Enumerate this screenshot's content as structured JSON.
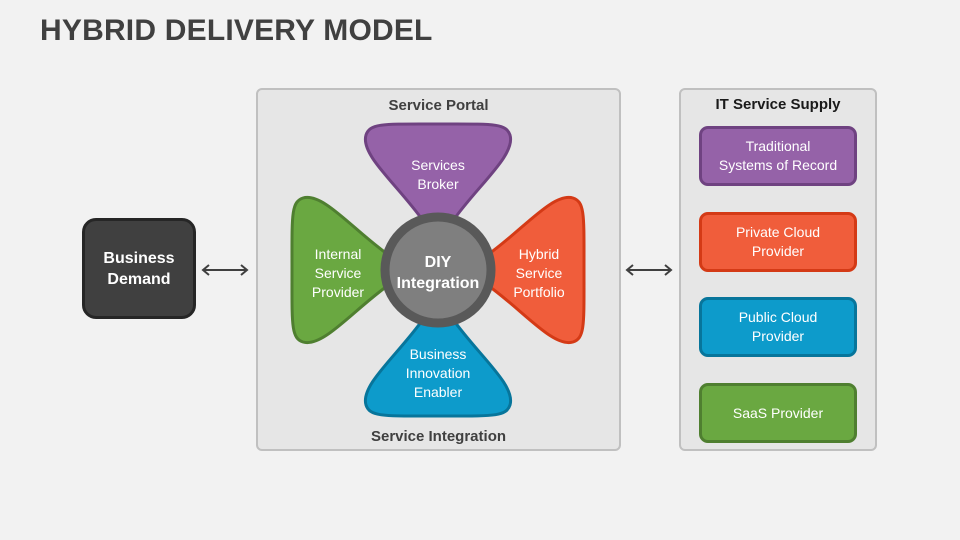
{
  "title": "HYBRID DELIVERY MODEL",
  "business_demand": {
    "label": "Business\nDemand",
    "fill": "#404040",
    "border": "#262626"
  },
  "service_portal": {
    "top_label": "Service Portal",
    "bottom_label": "Service Integration",
    "center": {
      "label": "DIY\nIntegration",
      "fill": "#7f7f7f",
      "ring": "#595959"
    },
    "petals": [
      {
        "id": "top",
        "label": "Services\nBroker",
        "fill": "#9562a8",
        "border": "#6f4281"
      },
      {
        "id": "left",
        "label": "Internal\nService\nProvider",
        "fill": "#6aa841",
        "border": "#4f7f30"
      },
      {
        "id": "right",
        "label": "Hybrid\nService\nPortfolio",
        "fill": "#f05d3b",
        "border": "#d43a16"
      },
      {
        "id": "bottom",
        "label": "Business\nInnovation\nEnabler",
        "fill": "#0d9bcb",
        "border": "#07759b"
      }
    ]
  },
  "it_service_supply": {
    "title": "IT Service Supply",
    "items": [
      {
        "label": "Traditional\nSystems of Record",
        "fill": "#9562a8",
        "border": "#6f4281"
      },
      {
        "label": "Private Cloud\nProvider",
        "fill": "#f05d3b",
        "border": "#d43a16"
      },
      {
        "label": "Public Cloud\nProvider",
        "fill": "#0d9bcb",
        "border": "#07759b"
      },
      {
        "label": "SaaS Provider",
        "fill": "#6aa841",
        "border": "#4f7f30"
      }
    ]
  },
  "connectors": [
    {
      "from": "Business Demand",
      "to": "Service Portal",
      "type": "bidirectional-arrow"
    },
    {
      "from": "Service Portal",
      "to": "IT Service Supply",
      "type": "bidirectional-arrow"
    }
  ]
}
